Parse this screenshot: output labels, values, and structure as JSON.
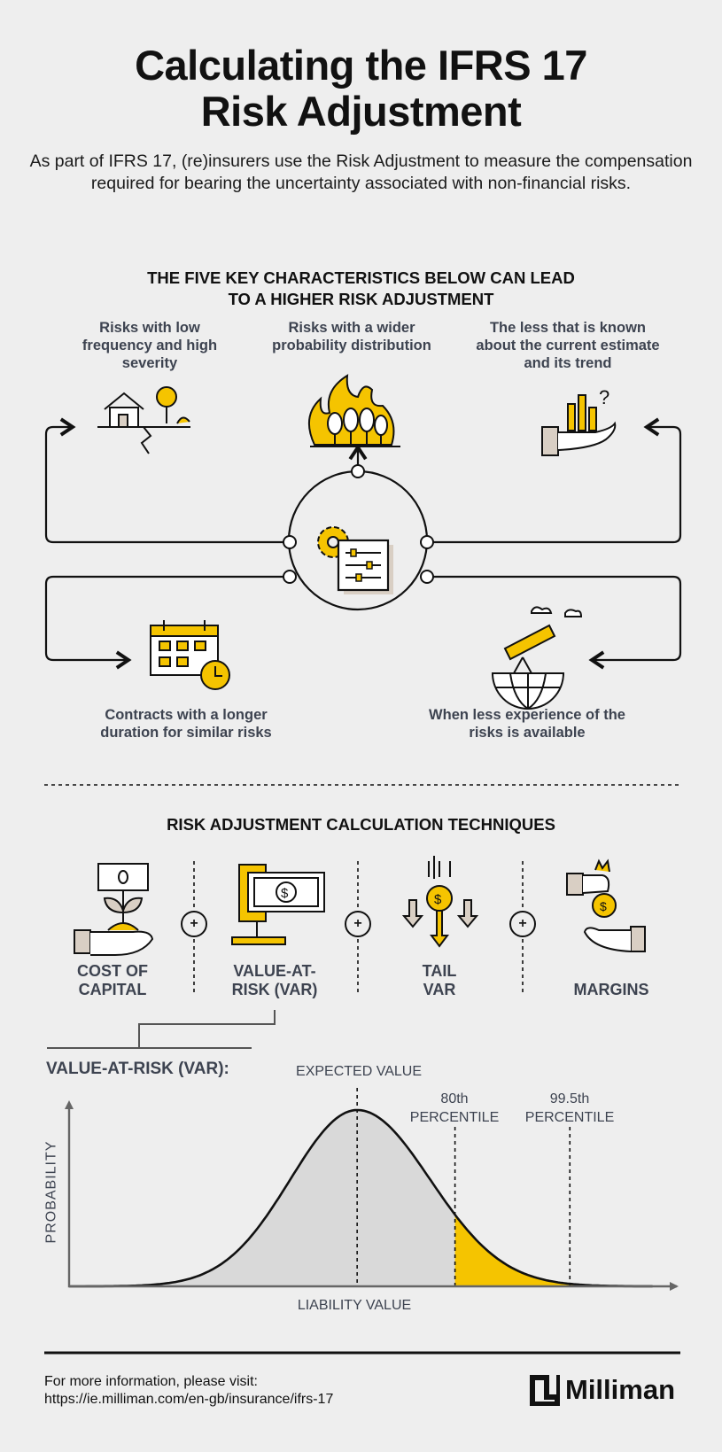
{
  "title": {
    "line1": "Calculating the IFRS 17",
    "line2": "Risk Adjustment"
  },
  "intro": "As part of IFRS 17, (re)insurers use the Risk Adjustment to measure the compensation required for bearing the uncertainty associated with non-financial risks.",
  "characteristics": {
    "heading_line1": "THE FIVE KEY CHARACTERISTICS BELOW CAN LEAD",
    "heading_line2": "TO A HIGHER RISK ADJUSTMENT",
    "items": [
      {
        "label": "Risks with low frequency and high severity",
        "icon": "house-earthquake-icon"
      },
      {
        "label": "Risks with a wider probability distribution",
        "icon": "forest-fire-icon"
      },
      {
        "label": "The less that is known about the current estimate and its trend",
        "icon": "hand-chart-question-icon"
      },
      {
        "label": "Contracts with a longer duration for similar risks",
        "icon": "calendar-clock-icon"
      },
      {
        "label": "When less experience of the risks is available",
        "icon": "telescope-globe-icon"
      }
    ],
    "center_icon": "gear-settings-icon"
  },
  "techniques": {
    "heading": "RISK ADJUSTMENT CALCULATION TECHNIQUES",
    "items": [
      {
        "line1": "COST OF",
        "line2": "CAPITAL",
        "icon": "money-plant-hand-icon"
      },
      {
        "line1": "VALUE-AT-",
        "line2": "RISK (VAR)",
        "icon": "money-clamp-icon"
      },
      {
        "line1": "TAIL",
        "line2": "VAR",
        "icon": "falling-coin-icon"
      },
      {
        "line1": "",
        "line2": "MARGINS",
        "icon": "hands-coin-icon"
      }
    ],
    "plus": "+"
  },
  "var_section": {
    "heading": "VALUE-AT-RISK (VAR):"
  },
  "chart_data": {
    "type": "area",
    "title": "VALUE-AT-RISK (VAR):",
    "xlabel": "LIABILITY VALUE",
    "ylabel": "PROBABILITY",
    "xlim": [
      0,
      100
    ],
    "distribution": {
      "mean": 47.4,
      "sigma_left": 11,
      "sigma_right": 12
    },
    "markers": [
      {
        "label_line1": "EXPECTED VALUE",
        "label_line2": "",
        "x": 47.4
      },
      {
        "label_line1": "80th",
        "label_line2": "PERCENTILE",
        "x": 63.5
      },
      {
        "label_line1": "99.5th",
        "label_line2": "PERCENTILE",
        "x": 82.4
      }
    ],
    "shaded_region": {
      "from": 63.5,
      "to": 100,
      "color": "#f5c400"
    },
    "body_color": "#d9d9d9"
  },
  "footer": {
    "line1": "For more information, please visit:",
    "line2": "https://ie.milliman.com/en-gb/insurance/ifrs-17",
    "logo_text": "Milliman"
  },
  "colors": {
    "accent": "#f5c400",
    "background": "#eeeeee",
    "label": "#3d4350"
  }
}
